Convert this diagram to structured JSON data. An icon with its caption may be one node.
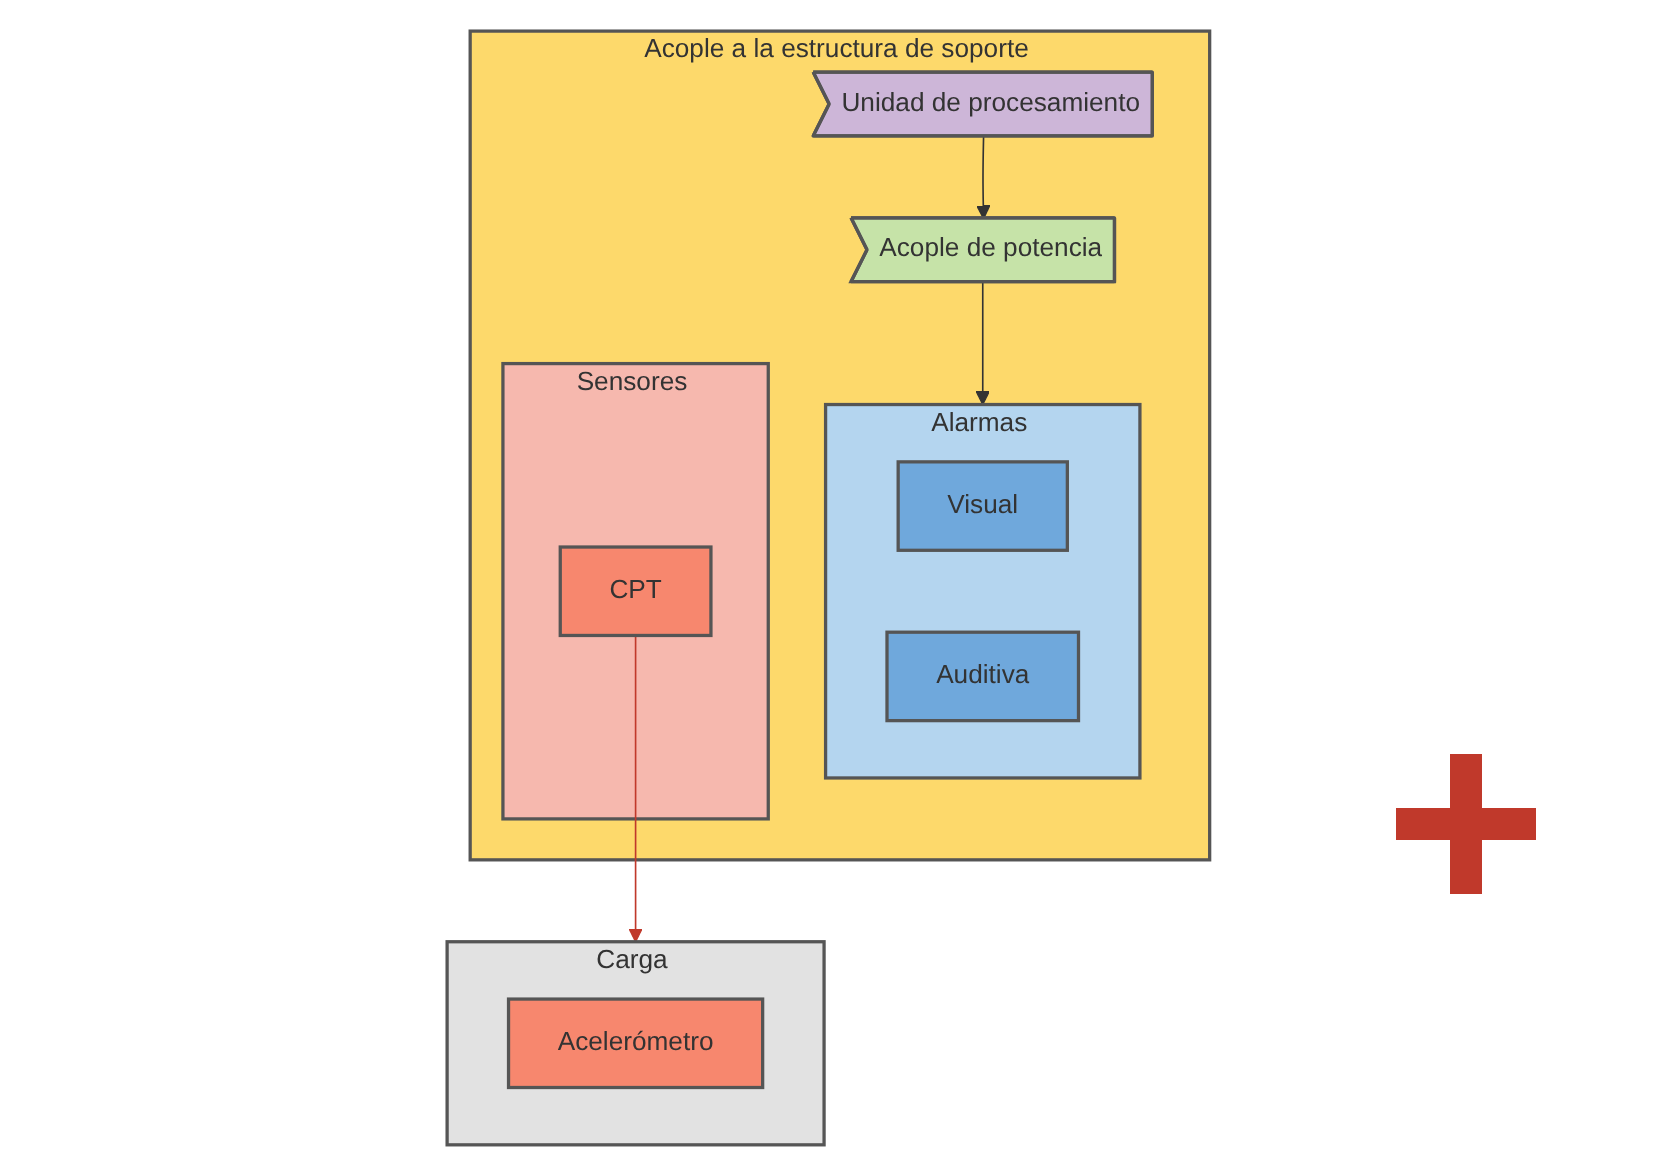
{
  "diagram": {
    "nodes": [
      {
        "text": [
          "Acople a la estructura de soporte"
        ]
      },
      {
        "text": [
          "Alarmas"
        ],
        "in": 0
      },
      {
        "text": [
          "Visual"
        ],
        "in": 1
      },
      {
        "text": [
          "Auditiva"
        ],
        "in": 1
      },
      {
        "text": [
          "Acople de potencia"
        ],
        "in": 0
      },
      {
        "text": [
          "Unidad de procesamiento"
        ],
        "in": 0
      },
      {
        "text": [
          "Sensores"
        ],
        "in": 0
      },
      {
        "text": [
          "CPT"
        ],
        "in": 6
      },
      {
        "text": [
          "Carga"
        ]
      },
      {
        "text": [
          "Acelerómetro"
        ],
        "in": 8
      }
    ],
    "edges": [
      {
        "from": 5,
        "to": 4,
        "arrow": "to"
      },
      {
        "from": 4,
        "to": 1,
        "arrow": "to"
      },
      {
        "from": 7,
        "to": 8,
        "arrow": "to",
        "color": "#c0392b"
      }
    ]
  }
}
